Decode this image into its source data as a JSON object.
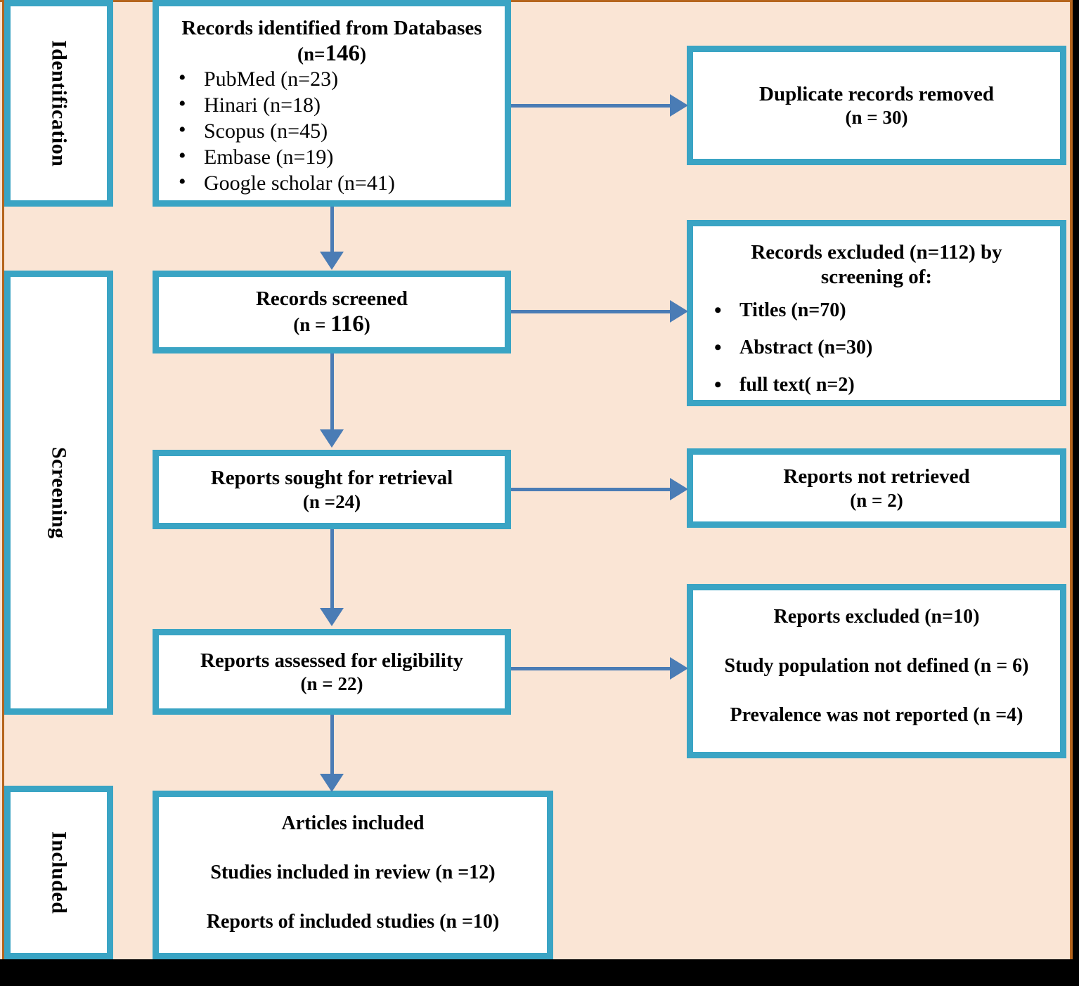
{
  "diagram": {
    "type": "prisma-flow-diagram",
    "colors": {
      "background": "#fae5d5",
      "box_border": "#3aa4c4",
      "box_fill": "#ffffff",
      "arrow": "#4a7cb5",
      "edge_rule": "#b5651d",
      "text": "#000000"
    }
  },
  "stages": [
    {
      "label": "Identification"
    },
    {
      "label": "Screening"
    },
    {
      "label": "Included"
    }
  ],
  "boxes": {
    "identified": {
      "title": "Records identified from Databases",
      "count_prefix": "(n=",
      "count": "146",
      "count_suffix": ")",
      "sources": [
        "PubMed (n=23)",
        "Hinari (n=18)",
        "Scopus (n=45)",
        "Embase (n=19)",
        "Google scholar (n=41)"
      ]
    },
    "duplicates_removed": {
      "title": "Duplicate records removed",
      "count_line": "(n = 30)"
    },
    "records_screened": {
      "title": "Records screened",
      "count_prefix": "(n = ",
      "count": "116",
      "count_suffix": ")"
    },
    "records_excluded": {
      "title_line1": "Records excluded (n=112) by",
      "title_line2": "screening of:",
      "reasons": [
        "Titles (n=70)",
        "Abstract (n=30)",
        "full text( n=2)"
      ]
    },
    "reports_sought": {
      "title": "Reports sought for retrieval",
      "count_line": "(n =24)"
    },
    "reports_not_retrieved": {
      "title": "Reports not retrieved",
      "count_line": "(n = 2)"
    },
    "reports_assessed": {
      "title": "Reports assessed for eligibility",
      "count_line": "(n = 22)"
    },
    "reports_excluded": {
      "line1": "Reports excluded (n=10)",
      "line2": "Study population not defined (n = 6)",
      "line3": "Prevalence was not reported (n =4)"
    },
    "articles_included": {
      "line1": "Articles included",
      "line2": "Studies included in review (n =12)",
      "line3": "Reports of included studies (n =10)"
    }
  },
  "chart_data": {
    "type": "flow",
    "title": "PRISMA flow diagram",
    "nodes": [
      {
        "id": "identified",
        "stage": "Identification",
        "label": "Records identified from Databases",
        "n": 146,
        "breakdown": [
          {
            "source": "PubMed",
            "n": 23
          },
          {
            "source": "Hinari",
            "n": 18
          },
          {
            "source": "Scopus",
            "n": 45
          },
          {
            "source": "Embase",
            "n": 19
          },
          {
            "source": "Google scholar",
            "n": 41
          }
        ]
      },
      {
        "id": "duplicates_removed",
        "stage": "Identification",
        "label": "Duplicate records removed",
        "n": 30
      },
      {
        "id": "records_screened",
        "stage": "Screening",
        "label": "Records screened",
        "n": 116
      },
      {
        "id": "records_excluded",
        "stage": "Screening",
        "label": "Records excluded by screening of",
        "n": 112,
        "breakdown": [
          {
            "source": "Titles",
            "n": 70
          },
          {
            "source": "Abstract",
            "n": 30
          },
          {
            "source": "full text",
            "n": 2
          }
        ]
      },
      {
        "id": "reports_sought",
        "stage": "Screening",
        "label": "Reports sought for retrieval",
        "n": 24
      },
      {
        "id": "reports_not_retrieved",
        "stage": "Screening",
        "label": "Reports not retrieved",
        "n": 2
      },
      {
        "id": "reports_assessed",
        "stage": "Screening",
        "label": "Reports assessed for eligibility",
        "n": 22
      },
      {
        "id": "reports_excluded",
        "stage": "Screening",
        "label": "Reports excluded",
        "n": 10,
        "breakdown": [
          {
            "source": "Study population not defined",
            "n": 6
          },
          {
            "source": "Prevalence was not reported",
            "n": 4
          }
        ]
      },
      {
        "id": "articles_included",
        "stage": "Included",
        "label": "Articles included",
        "breakdown": [
          {
            "source": "Studies included in review",
            "n": 12
          },
          {
            "source": "Reports of included studies",
            "n": 10
          }
        ]
      }
    ],
    "edges": [
      {
        "from": "identified",
        "to": "duplicates_removed",
        "direction": "right"
      },
      {
        "from": "identified",
        "to": "records_screened",
        "direction": "down"
      },
      {
        "from": "records_screened",
        "to": "records_excluded",
        "direction": "right"
      },
      {
        "from": "records_screened",
        "to": "reports_sought",
        "direction": "down"
      },
      {
        "from": "reports_sought",
        "to": "reports_not_retrieved",
        "direction": "right"
      },
      {
        "from": "reports_sought",
        "to": "reports_assessed",
        "direction": "down"
      },
      {
        "from": "reports_assessed",
        "to": "reports_excluded",
        "direction": "right"
      },
      {
        "from": "reports_assessed",
        "to": "articles_included",
        "direction": "down"
      }
    ]
  }
}
